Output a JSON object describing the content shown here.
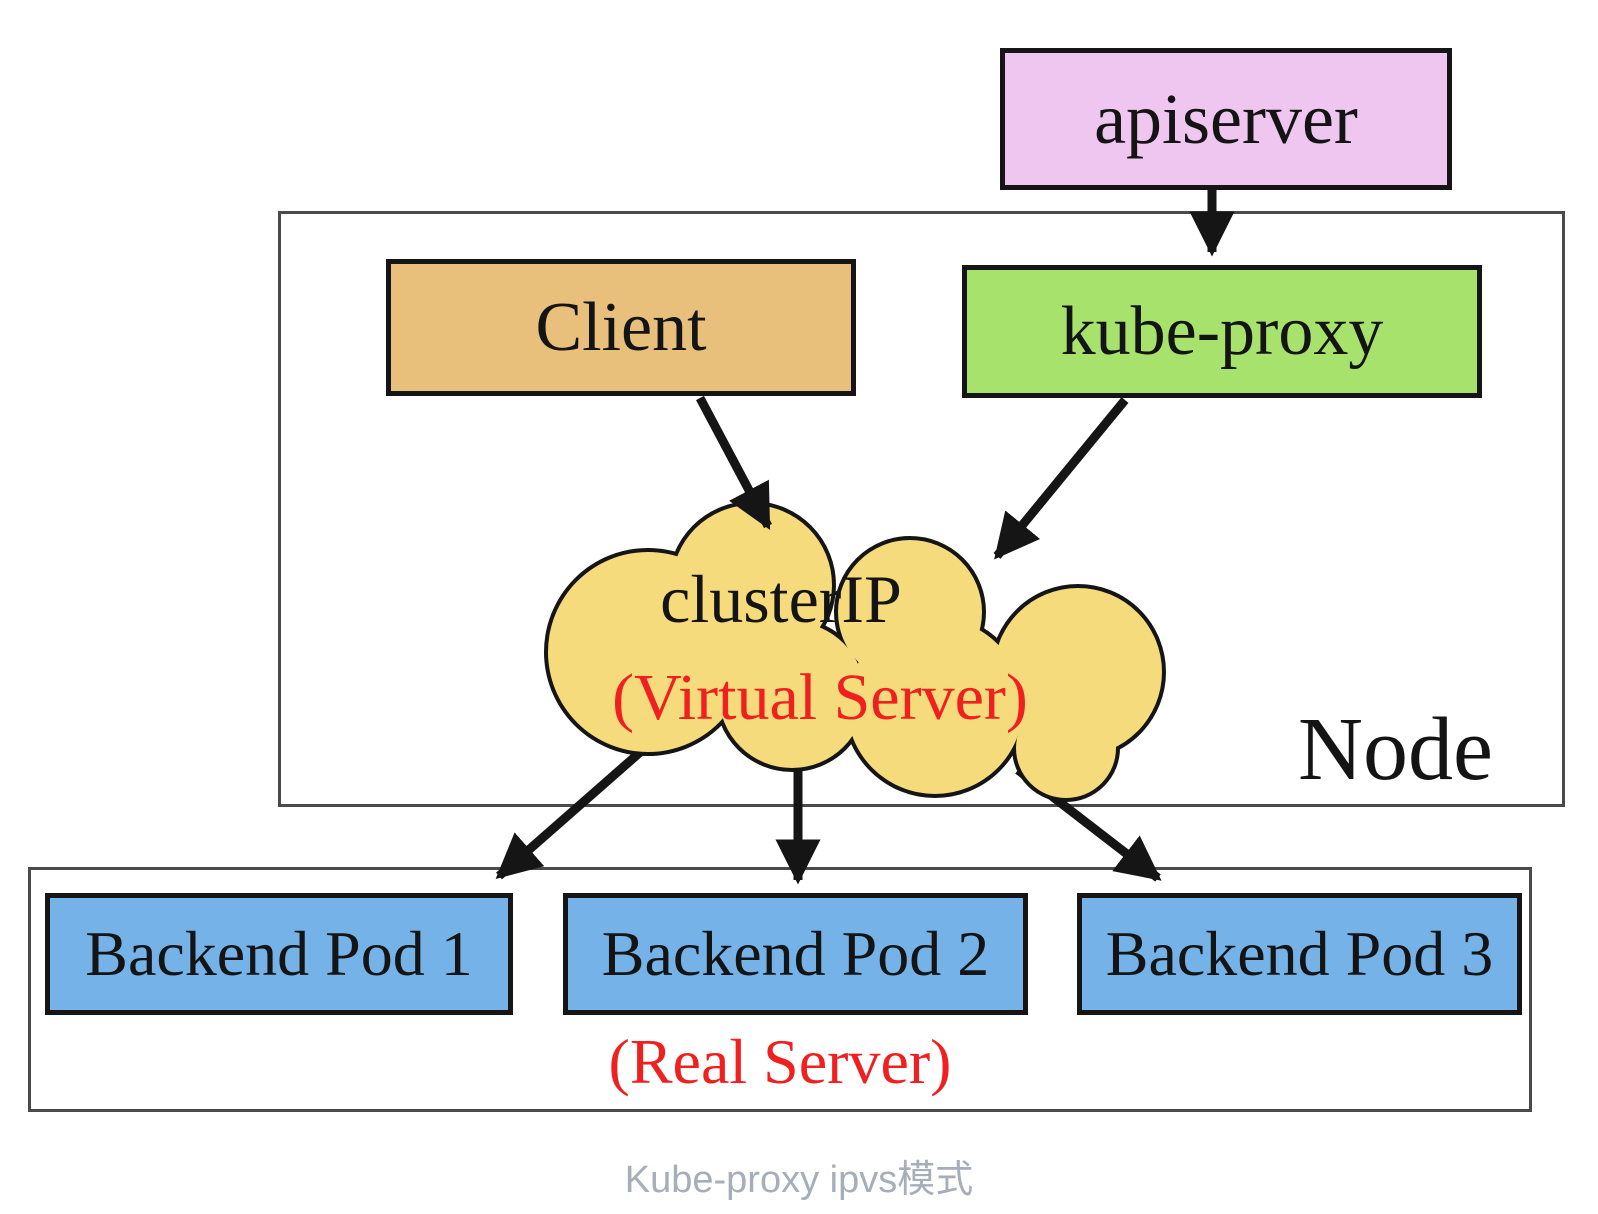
{
  "diagram": {
    "caption": "Kube-proxy ipvs模式",
    "apiserver": {
      "label": "apiserver"
    },
    "client": {
      "label": "Client"
    },
    "kube_proxy": {
      "label": "kube-proxy"
    },
    "cluster_ip": {
      "label": "clusterIP",
      "sublabel": "(Virtual Server)"
    },
    "node": {
      "label": "Node"
    },
    "real_server": {
      "label": "(Real Server)"
    },
    "pods": [
      {
        "label": "Backend Pod 1"
      },
      {
        "label": "Backend Pod 2"
      },
      {
        "label": "Backend Pod 3"
      }
    ],
    "colors": {
      "apiserver_fill": "#eec6f0",
      "client_fill": "#e8c07c",
      "kube_proxy_fill": "#a7e36c",
      "cloud_fill": "#f5db7b",
      "pod_fill": "#74b2e7",
      "red_text": "#f02020",
      "arrow": "#151515",
      "container_border": "#4a4a4a",
      "caption_text": "#a6aeb9"
    }
  }
}
